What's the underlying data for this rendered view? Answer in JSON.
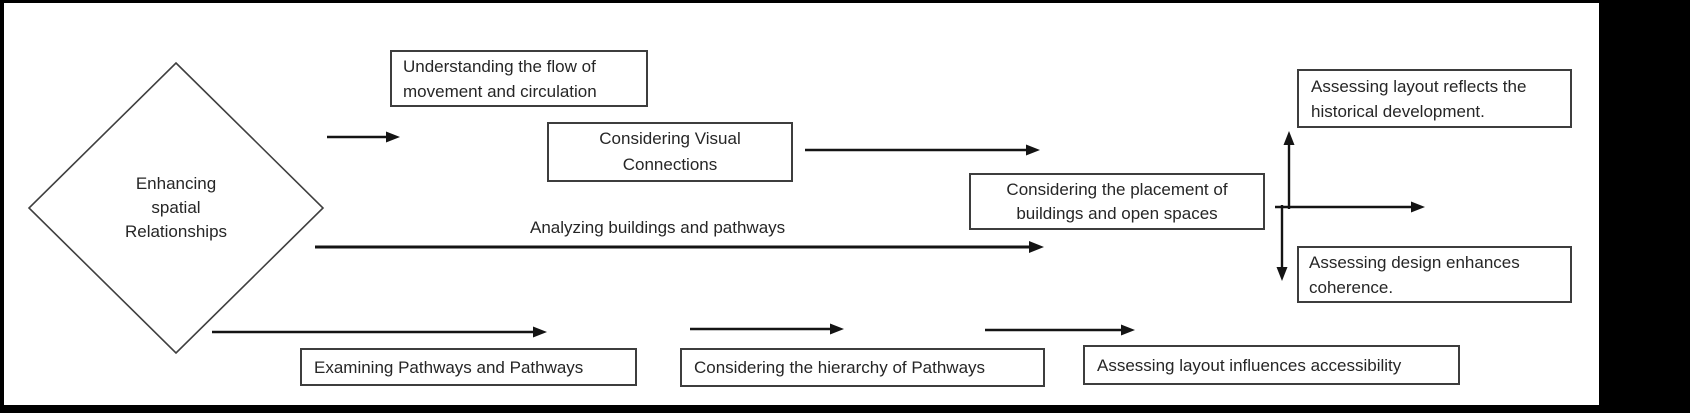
{
  "canvas": {
    "background": "#ffffff",
    "frame_color": "#000000"
  },
  "colors": {
    "box_border": "#3d3d3d",
    "arrow": "#141414",
    "text": "#262626"
  },
  "diamond": {
    "lines": [
      "Enhancing",
      "spatial",
      "Relationships"
    ]
  },
  "nodes": {
    "understanding": {
      "line1": "Understanding the flow of",
      "line2": "movement and circulation"
    },
    "visual": {
      "line1": "Considering Visual",
      "line2": "Connections"
    },
    "placement": {
      "line1": "Considering the placement of",
      "line2": "buildings and open spaces"
    },
    "historical": {
      "line1": "Assessing layout reflects the",
      "line2": "historical development."
    },
    "coherence": {
      "line1": "Assessing design enhances",
      "line2": "coherence."
    },
    "examining": {
      "label": "Examining Pathways and Pathways"
    },
    "hierarchy": {
      "label": "Considering the hierarchy of Pathways"
    },
    "accessibility": {
      "label": "Assessing layout influences accessibility"
    }
  },
  "edge_label": "Analyzing buildings and pathways"
}
